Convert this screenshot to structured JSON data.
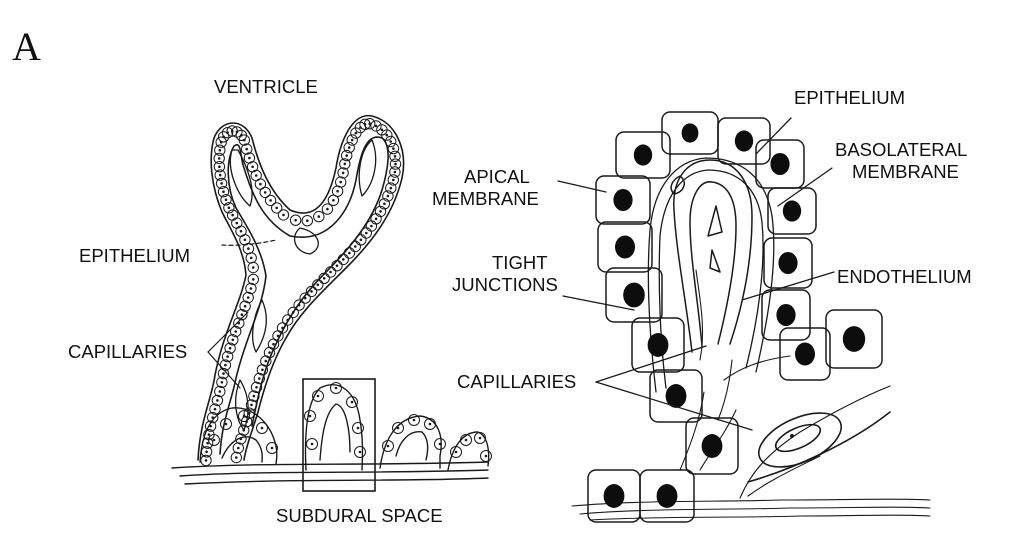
{
  "panel_letter": "A",
  "left_panel": {
    "labels": {
      "ventricle": "VENTRICLE",
      "epithelium": "EPITHELIUM",
      "capillaries": "CAPILLARIES",
      "subdural_space": "SUBDURAL SPACE"
    }
  },
  "right_panel": {
    "labels": {
      "epithelium": "EPITHELIUM",
      "apical_line1": "APICAL",
      "apical_line2": "MEMBRANE",
      "basolateral_line1": "BASOLATERAL",
      "basolateral_line2": "MEMBRANE",
      "tight_line1": "TIGHT",
      "tight_line2": "JUNCTIONS",
      "endothelium": "ENDOTHELIUM",
      "capillaries": "CAPILLARIES"
    }
  },
  "colors": {
    "ink": "#1a1a1a",
    "nucleus": "#0d0d0d",
    "background": "#ffffff"
  }
}
